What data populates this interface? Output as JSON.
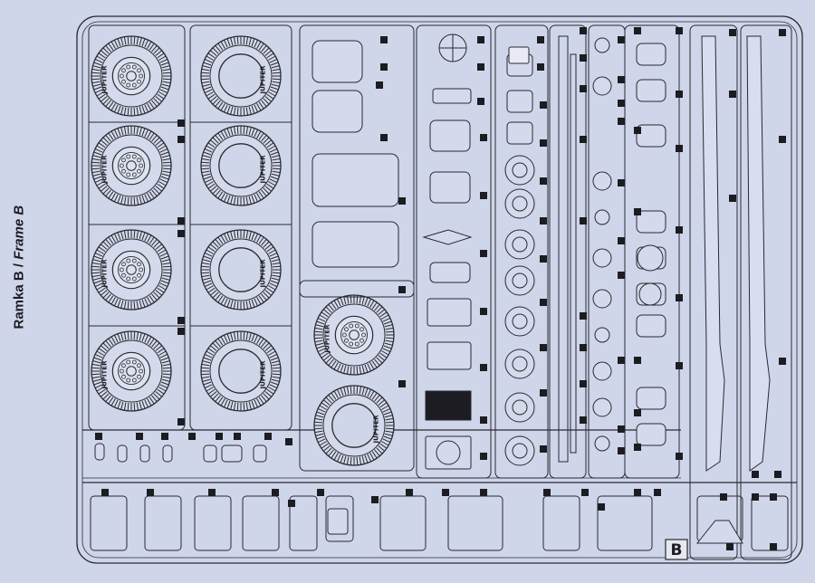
{
  "title": {
    "label_pl": "Ramka B",
    "separator": " / ",
    "label_en": "Frame B"
  },
  "frame_letter": "B",
  "tire_brand": "JUPITER",
  "colors": {
    "paper": "#cfd6ea",
    "line": "#2a2a30",
    "ink": "#1c1c22",
    "part_fill": "#d4daec"
  }
}
